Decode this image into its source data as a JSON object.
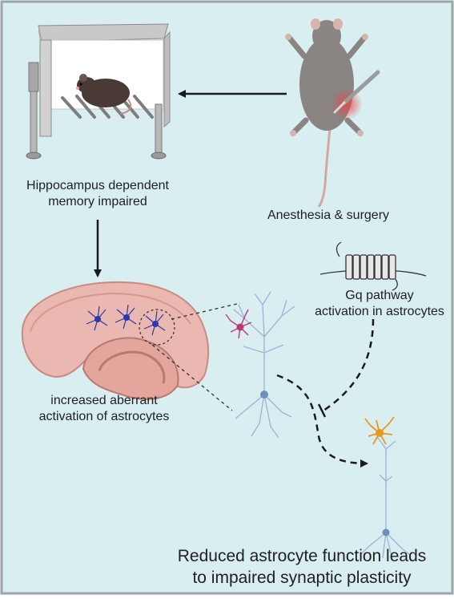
{
  "labels": {
    "memory_line1": "Hippocampus dependent",
    "memory_line2": "memory impaired",
    "surgery": "Anesthesia & surgery",
    "gq_line1": "Gq pathway",
    "gq_line2": "activation in astrocytes",
    "astro_line1": "increased aberrant",
    "astro_line2": "activation of astrocytes",
    "result_line1": "Reduced astrocyte function leads",
    "result_line2": "to impaired synaptic plasticity"
  },
  "icons": [
    "mouse-in-cage-icon",
    "surgery-mouse-icon",
    "scalpel-icon",
    "hippocampus-icon",
    "gpcr-receptor-icon",
    "neuron-icon",
    "astrocyte-icon"
  ],
  "colors": {
    "background": "#d9eef1",
    "border": "#9aa5a8",
    "arrow": "#1a1a1a",
    "hippocampus": "#eab8b0",
    "hippocampus_dark": "#c98a80",
    "activated_astrocyte": "#2b3aa8",
    "pink_astrocyte": "#c2357a",
    "orange_astrocyte": "#e89a1e",
    "neuron": "#9db7d8",
    "mouse": "#4a3a35"
  }
}
